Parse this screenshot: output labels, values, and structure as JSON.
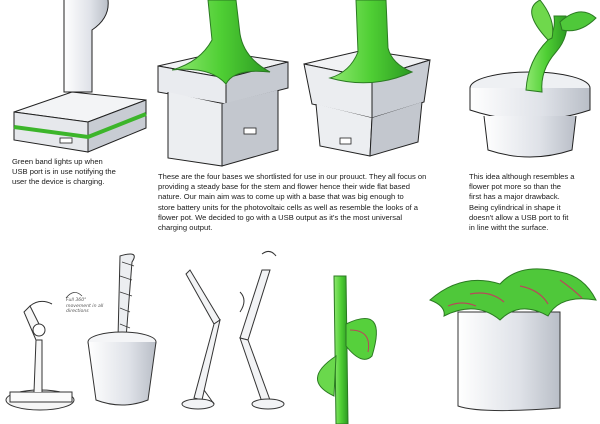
{
  "captions": {
    "usb_band": "Green band lights up when\nUSB port is in use notifying the\nuser the device is charging.",
    "four_bases": "These are the four bases we shortlisted for use in our prouuct. They all focus on\nproviding a steady base for the stem and flower hence their wide flat based\nnature.  Our main aim was to come up with a base that was big enough to\nstore battery units for the photovoltaic cells as well as resemble the looks of a\nflower pot. We decided to go with a USB output as it's the most universal\ncharging output.",
    "flower_pot": "This idea although resembles a\nflower pot more so than the\nfirst has a major drawback.\nBeing cylindrical in shape it\ndoesn't allow a USB port to fit\nin line witht the surface."
  },
  "annotations": {
    "rotation_note": "Full 360°\nmovement in all\ndirections"
  },
  "colors": {
    "stem_green": "#5cd43e",
    "dark_green": "#2f8a2a",
    "base_grey": "#d4d8de",
    "leaf_red": "#b8485a"
  }
}
